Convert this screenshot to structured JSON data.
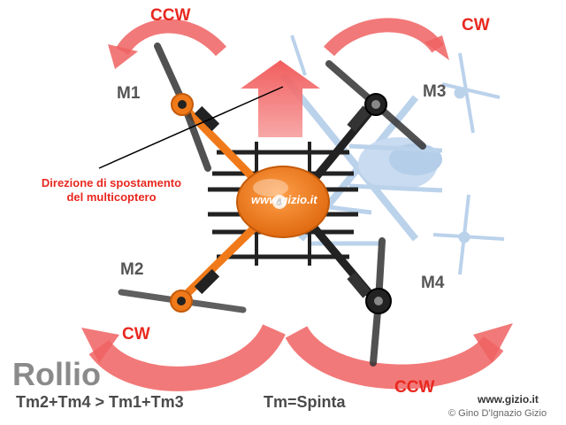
{
  "rotations": {
    "m1": "CCW",
    "m3": "CW",
    "m2": "CW",
    "m4": "CCW"
  },
  "motors": {
    "m1": "M1",
    "m2": "M2",
    "m3": "M3",
    "m4": "M4"
  },
  "direction_label": {
    "line1": "Direzione di spostamento",
    "line2": "del multicoptero"
  },
  "body_logo": "www.gizio.it",
  "title": "Rollio",
  "formula": "Tm2+Tm4 > Tm1+Tm3",
  "legend": "Tm=Spinta",
  "credits": {
    "site": "www.gizio.it",
    "author": "© Gino D'Ignazio Gizio"
  },
  "colors": {
    "arrow_red": "#f06262",
    "label_red": "#e8281f",
    "frame_orange": "#f07a1a",
    "ghost_blue": "#b8d0ea"
  }
}
